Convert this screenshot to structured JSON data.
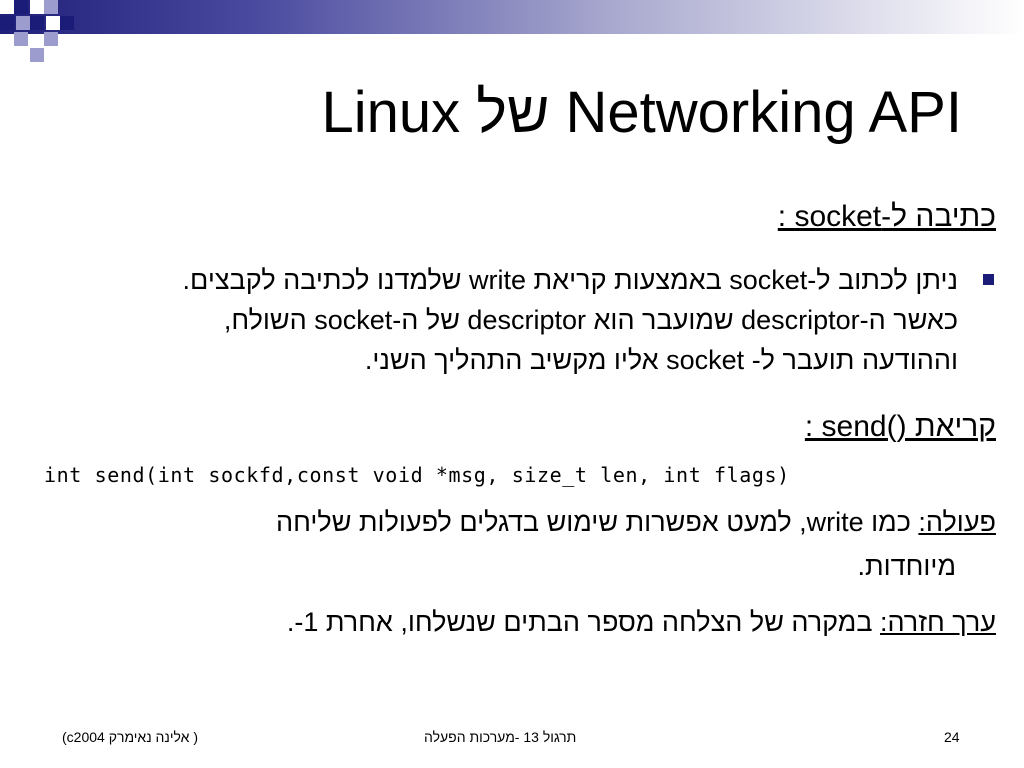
{
  "title": "Linux של Networking API",
  "sections": {
    "socket_write_heading": "כתיבה ל-socket :",
    "bullet_lines": [
      "ניתן לכתוב ל-socket באמצעות קריאת write שלמדנו לכתיבה לקבצים.",
      "כאשר ה-descriptor שמועבר הוא descriptor של ה-socket השולח,",
      "וההודעה תועבר ל- socket אליו מקשיב התהליך השני."
    ],
    "send_heading": "קריאת ()send :",
    "code_signature": "int send(int sockfd,const void *msg, size_t len, int flags)",
    "action_label": "פעולה:",
    "action_text": " כמו write, למעט אפשרות שימוש  בדגלים לפעולות שליחה",
    "action_text_cont": "מיוחדות.",
    "return_label": "ערך חזרה:",
    "return_text": " במקרה של הצלחה מספר הבתים שנשלחו, אחרת 1-."
  },
  "footer": {
    "author": "( אלינה נאימרק c2004)",
    "course": "תרגול 13  -מערכות הפעלה",
    "page_number": "24"
  },
  "colors": {
    "accent_dark": "#1b1b78",
    "accent_light": "#9c9cce",
    "bullet": "#1b1b78"
  }
}
